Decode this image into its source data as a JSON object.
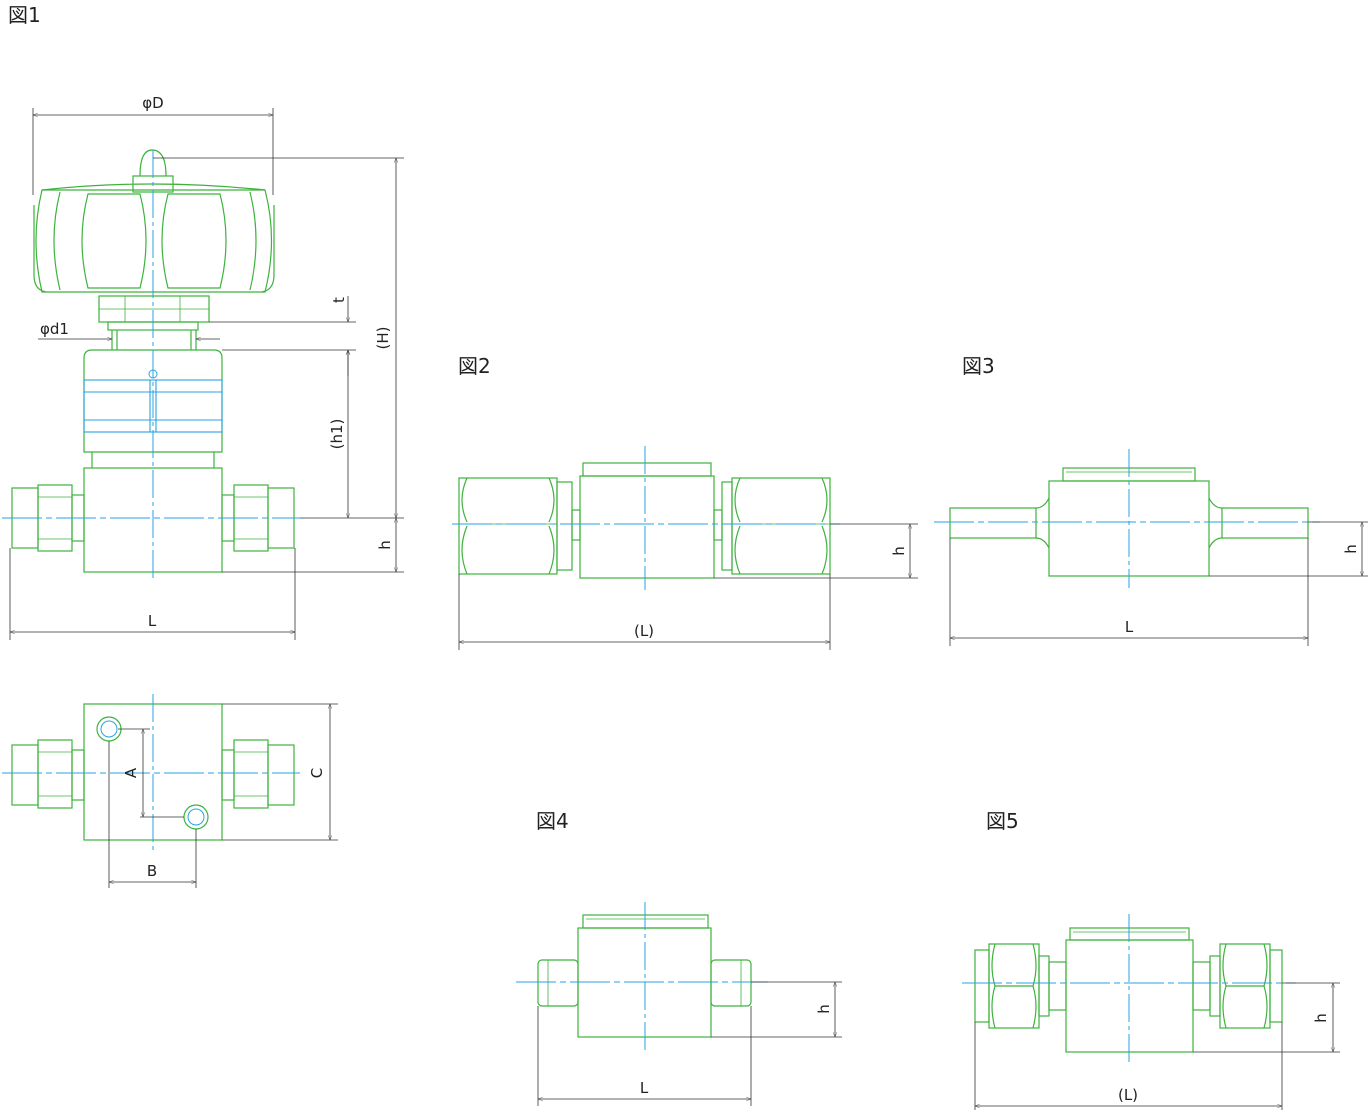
{
  "figures": {
    "fig1": {
      "title": "図1"
    },
    "fig2": {
      "title": "図2"
    },
    "fig3": {
      "title": "図3"
    },
    "fig4": {
      "title": "図4"
    },
    "fig5": {
      "title": "図5"
    }
  },
  "dimensions": {
    "phi_D": "φD",
    "phi_d1": "φd1",
    "t": "t",
    "H": "(H)",
    "h1": "(h1)",
    "h": "h",
    "L": "L",
    "L_paren": "(L)",
    "A": "A",
    "B": "B",
    "C": "C"
  }
}
